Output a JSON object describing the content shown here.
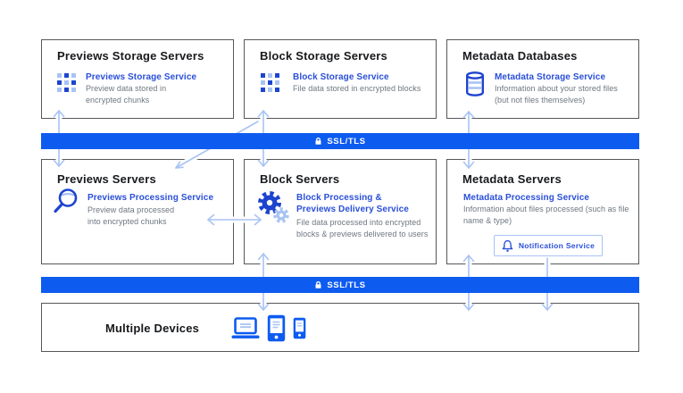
{
  "diagram": {
    "ssl_label": "SSL/TLS",
    "top_row": [
      {
        "title": "Previews Storage Servers",
        "service": "Previews Storage Service",
        "description": "Preview data stored in encrypted chunks",
        "icon": "grid-squares-icon"
      },
      {
        "title": "Block Storage Servers",
        "service": "Block Storage Service",
        "description": "File data stored in encrypted blocks",
        "icon": "grid-squares-icon"
      },
      {
        "title": "Metadata Databases",
        "service": "Metadata Storage Service",
        "description": "Information about your stored files (but not files themselves)",
        "icon": "database-icon"
      }
    ],
    "middle_row": [
      {
        "title": "Previews Servers",
        "service": "Previews Processing Service",
        "description": "Preview data processed into encrypted chunks",
        "icon": "magnifier-icon"
      },
      {
        "title": "Block Servers",
        "service": "Block Processing & Previews Delivery Service",
        "description": "File data processed into encrypted blocks & previews delivered to users",
        "icon": "gears-icon"
      },
      {
        "title": "Metadata Servers",
        "service": "Metadata Processing Service",
        "description": "Information about files processed (such as file name & type)",
        "notification_label": "Notification Service",
        "notification_icon": "bell-icon"
      }
    ],
    "bottom_row": {
      "title": "Multiple Devices",
      "icons": [
        "laptop-icon",
        "tablet-icon",
        "phone-icon"
      ]
    },
    "colors": {
      "accent_blue": "#0e5bf0",
      "link_blue": "#2a4fd8",
      "icon_dark_blue": "#1d44cf",
      "light_blue": "#a8c3f4",
      "arrow_blue": "#a8c3f4",
      "border_gray": "#55575a",
      "text_gray": "#6e7781"
    }
  }
}
